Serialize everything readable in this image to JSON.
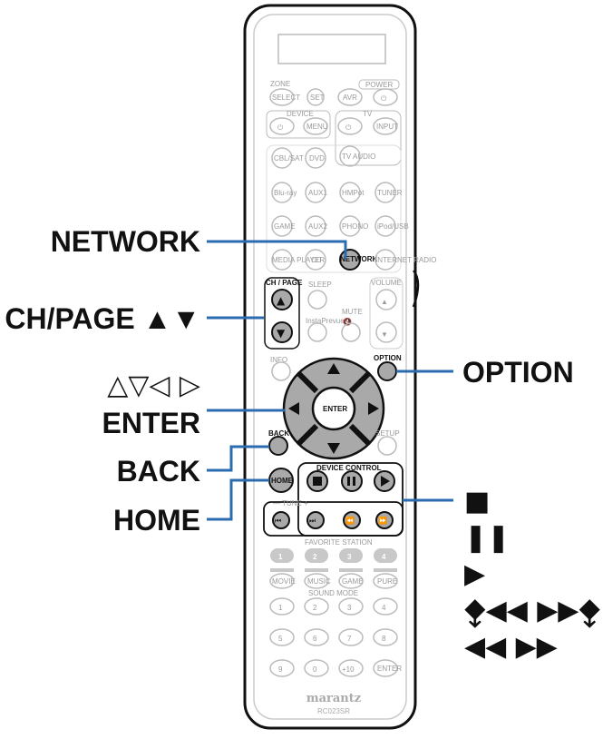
{
  "remote": {
    "zone_label": "ZONE",
    "power_label": "POWER",
    "select_label": "SELECT",
    "set_label": "SET",
    "avr_label": "AVR",
    "device_label": "DEVICE",
    "menu_label": "MENU",
    "tv_label": "TV",
    "input_label": "INPUT",
    "cbl_sat_label": "CBL/SAT",
    "dvd_label": "DVD",
    "tv_audio_label": "TV AUDIO",
    "bluray_label": "Blu-ray",
    "aux1_label": "AUX1",
    "hmpot_label": "HMPot",
    "tuner_label": "TUNER",
    "game_label": "GAME",
    "aux2_label": "AUX2",
    "phono_label": "PHONO",
    "ipod_usb_label": "iPod/USB",
    "media_player_label": "MEDIA PLAYER",
    "cd_label": "CD",
    "network_label": "NETWORK",
    "internet_radio_label": "INTERNET RADIO",
    "ch_page_label": "CH / PAGE",
    "sleep_label": "SLEEP",
    "volume_label": "VOLUME",
    "mute_label": "MUTE",
    "instaprevue_label": "InstaPrevue",
    "info_label": "INFO",
    "option_label": "OPTION",
    "enter_label": "ENTER",
    "back_label": "BACK",
    "setup_label": "SETUP",
    "home_label": "HOME",
    "device_control_label": "DEVICE CONTROL",
    "tune_label": "— TUNE +",
    "favorite_station_label": "FAVORITE STATION",
    "fav_buttons": [
      "1",
      "2",
      "3",
      "4"
    ],
    "movie_label": "MOVIE",
    "music_label": "MUSIC",
    "game_mode_label": "GAME",
    "pure_label": "PURE",
    "sound_mode_label": "SOUND MODE",
    "num_row1": [
      "1",
      "2",
      "3",
      "4"
    ],
    "num_row2": [
      "5",
      "6",
      "7",
      "8"
    ],
    "num_row3": [
      "9",
      "0",
      "+10",
      "ENTER"
    ],
    "brand": "marantz",
    "model": "RC023SR"
  },
  "callouts": {
    "network": "NETWORK",
    "ch_page": "CH/PAGE ▲▼",
    "arrows": "△▽◁ ▷",
    "enter": "ENTER",
    "back": "BACK",
    "home": "HOME",
    "option": "OPTION",
    "stop": "■",
    "pause": "❚❚",
    "play": "▶",
    "skip": "⧪◀◀ ▶▶⧪",
    "seek": "◀◀ ▶▶"
  },
  "colors": {
    "leader": "#2b6cb0",
    "highlight": "#a9a9a9",
    "outline": "#111111",
    "light": "#c8c8c8"
  }
}
